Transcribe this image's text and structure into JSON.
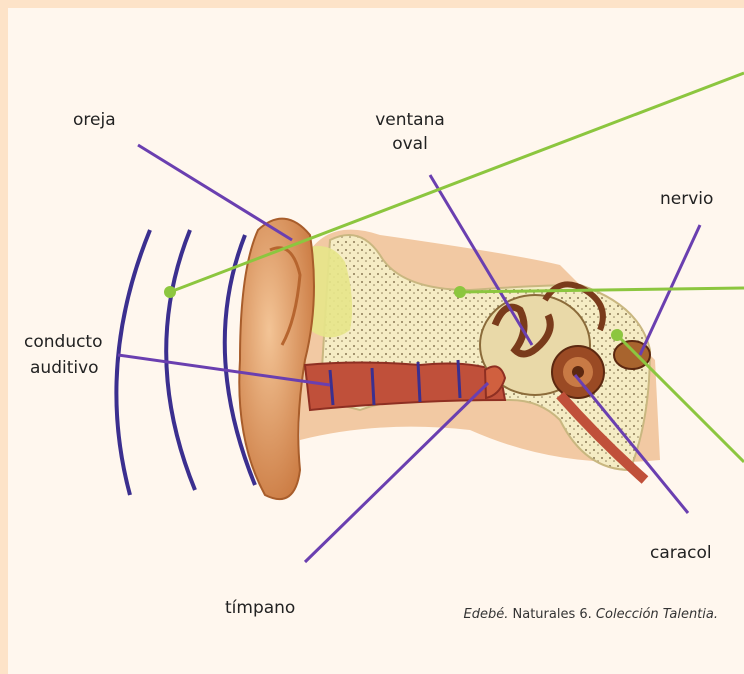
{
  "labels": {
    "oreja": "oreja",
    "ventana_oval_line1": "ventana",
    "ventana_oval_line2": "oval",
    "nervio": "nervio",
    "conducto_line1": "conducto",
    "conducto_line2": "auditivo",
    "caracol": "caracol",
    "timpano": "tímpano"
  },
  "credit": {
    "publisher": "Edebé.",
    "book": " Naturales 6. ",
    "collection": "Colección Talentia."
  },
  "colors": {
    "page_border": "#fde3c8",
    "background": "#fff7ee",
    "purple_line": "#6a3fb0",
    "green_line": "#8cc63f",
    "sound_waves": "#3b2f8f",
    "skin": "#e7a06a",
    "canal": "#c0503a",
    "bone": "#f3e8b0",
    "cochlea": "#7a3b1b"
  }
}
